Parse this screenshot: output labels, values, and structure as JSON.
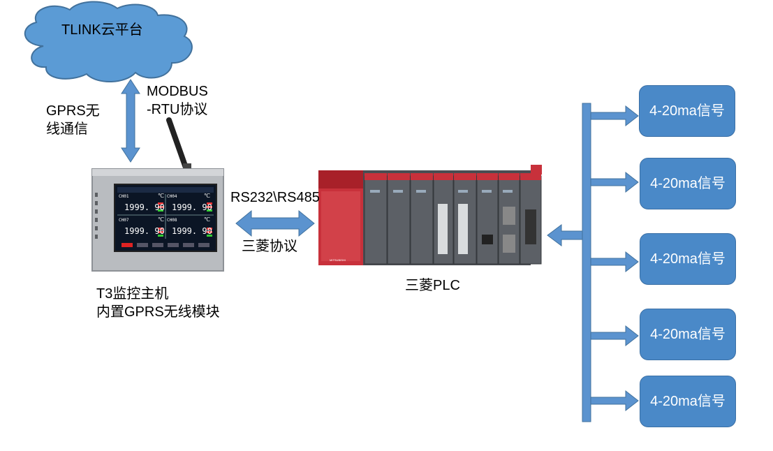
{
  "cloud": {
    "label": "TLINK云平台"
  },
  "link_gprs": {
    "label_line1": "GPRS无",
    "label_line2": "线通信"
  },
  "link_modbus": {
    "label_line1": "MODBUS",
    "label_line2": "-RTU协议"
  },
  "t3_host": {
    "label_line1": "T3监控主机",
    "label_line2": "内置GPRS无线模块",
    "screen_readings": [
      "1999. 90",
      "1999. 90",
      "1999. 90",
      "1999. 90"
    ],
    "screen_channels": [
      "CH01",
      "CH04",
      "CH07",
      "CH08"
    ],
    "screen_unit": "℃"
  },
  "link_serial": {
    "label": "RS232\\RS485",
    "protocol": "三菱协议"
  },
  "plc": {
    "label": "三菱PLC",
    "brand_text": "MITSUBISHI"
  },
  "signals": [
    {
      "label": "4-20ma信号"
    },
    {
      "label": "4-20ma信号"
    },
    {
      "label": "4-20ma信号"
    },
    {
      "label": "4-20ma信号"
    },
    {
      "label": "4-20ma信号"
    }
  ],
  "colors": {
    "arrow": "#5b93cf",
    "box": "#4a89c8",
    "cloud": "#5b9bd5"
  }
}
